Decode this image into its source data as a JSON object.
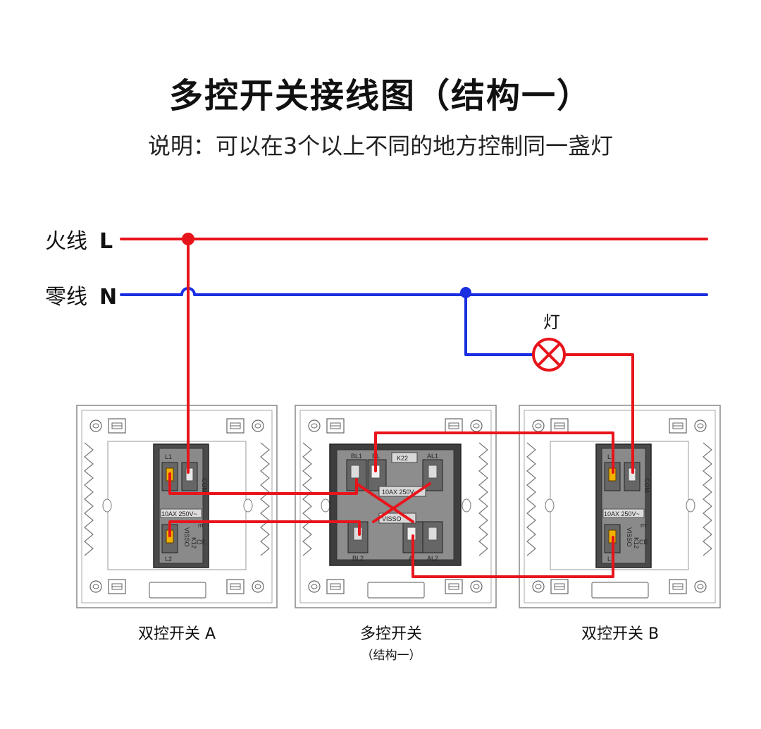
{
  "title": "多控开关接线图（结构一）",
  "subtitle": "说明：可以在3个以上不同的地方控制同一盏灯",
  "wires": {
    "live_label": "火线",
    "live_letter": "L",
    "neutral_label": "零线",
    "neutral_letter": "N",
    "lamp_label": "灯",
    "live_color": "#e8141b",
    "neutral_color": "#1a2fe0"
  },
  "switch_a": {
    "caption": "双控开关  A",
    "terminals": [
      "L1",
      "COM",
      "L2"
    ],
    "rating": "10AX 250V~",
    "brand": "VISSO",
    "model": "K12",
    "marks": [
      "m",
      "CE"
    ]
  },
  "switch_multi": {
    "caption": "多控开关",
    "sub_caption": "（结构一）",
    "terminals": [
      "BL1",
      "BL",
      "AL1",
      "BL2",
      "AL",
      "AL2"
    ],
    "model": "K22",
    "rating": "10AX 250V~",
    "brand": "VISSO"
  },
  "switch_b": {
    "caption": "双控开关 B",
    "terminals": [
      "L1",
      "COM",
      "L2"
    ],
    "rating": "10AX 250V~",
    "brand": "VISSO",
    "model": "K12",
    "marks": [
      "m",
      "CE"
    ]
  }
}
